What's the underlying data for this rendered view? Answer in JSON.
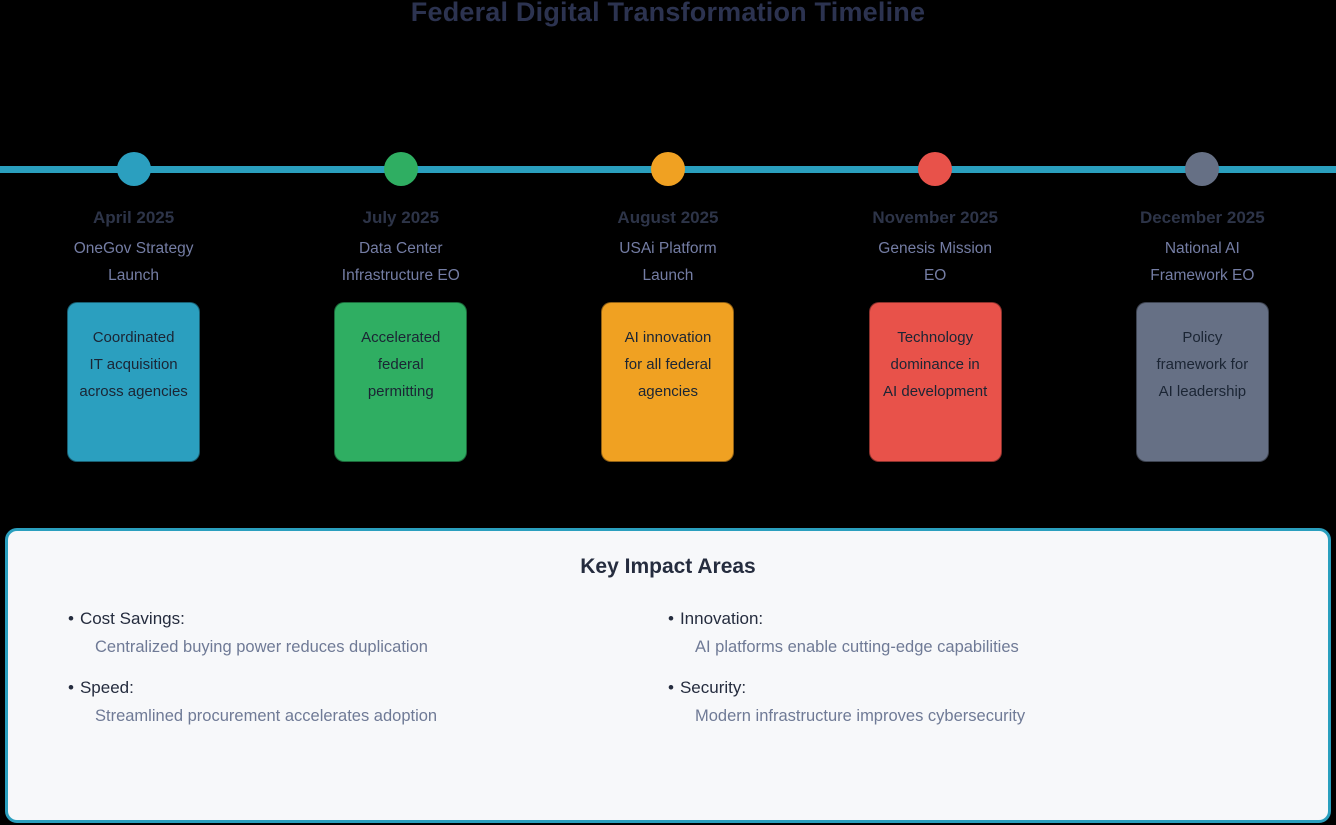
{
  "title": "Federal Digital Transformation Timeline",
  "theme": {
    "background": "#000000",
    "accent": "#2a9fbe",
    "title_color": "#2c3350",
    "date_color": "#2d3448",
    "subtitle_color": "#747da4",
    "card_text": "#1b2534",
    "panel_bg": "#f7f8fa",
    "panel_heading": "#252c3e",
    "panel_text": "#6f7a96"
  },
  "milestones": [
    {
      "date": "April 2025",
      "title": "OneGov Strategy\nLaunch",
      "description": "Coordinated\nIT acquisition\nacross agencies",
      "color": "#2b9fbf"
    },
    {
      "date": "July 2025",
      "title": "Data Center\nInfrastructure EO",
      "description": "Accelerated\nfederal\npermitting",
      "color": "#2fae62"
    },
    {
      "date": "August 2025",
      "title": "USAi Platform\nLaunch",
      "description": "AI innovation\nfor all federal\nagencies",
      "color": "#f0a122"
    },
    {
      "date": "November 2025",
      "title": "Genesis Mission\nEO",
      "description": "Technology\ndominance in\nAI development",
      "color": "#e8524a"
    },
    {
      "date": "December 2025",
      "title": "National AI\nFramework EO",
      "description": "Policy\nframework for\nAI leadership",
      "color": "#667085"
    }
  ],
  "impact_panel": {
    "title": "Key Impact Areas",
    "bullet": "•",
    "columns": [
      {
        "items": [
          {
            "label": "Cost Savings:",
            "description": "Centralized buying power reduces duplication"
          },
          {
            "label": "Speed:",
            "description": "Streamlined procurement accelerates adoption"
          }
        ]
      },
      {
        "items": [
          {
            "label": "Innovation:",
            "description": "AI platforms enable cutting-edge capabilities"
          },
          {
            "label": "Security:",
            "description": "Modern infrastructure improves cybersecurity"
          }
        ]
      }
    ]
  }
}
